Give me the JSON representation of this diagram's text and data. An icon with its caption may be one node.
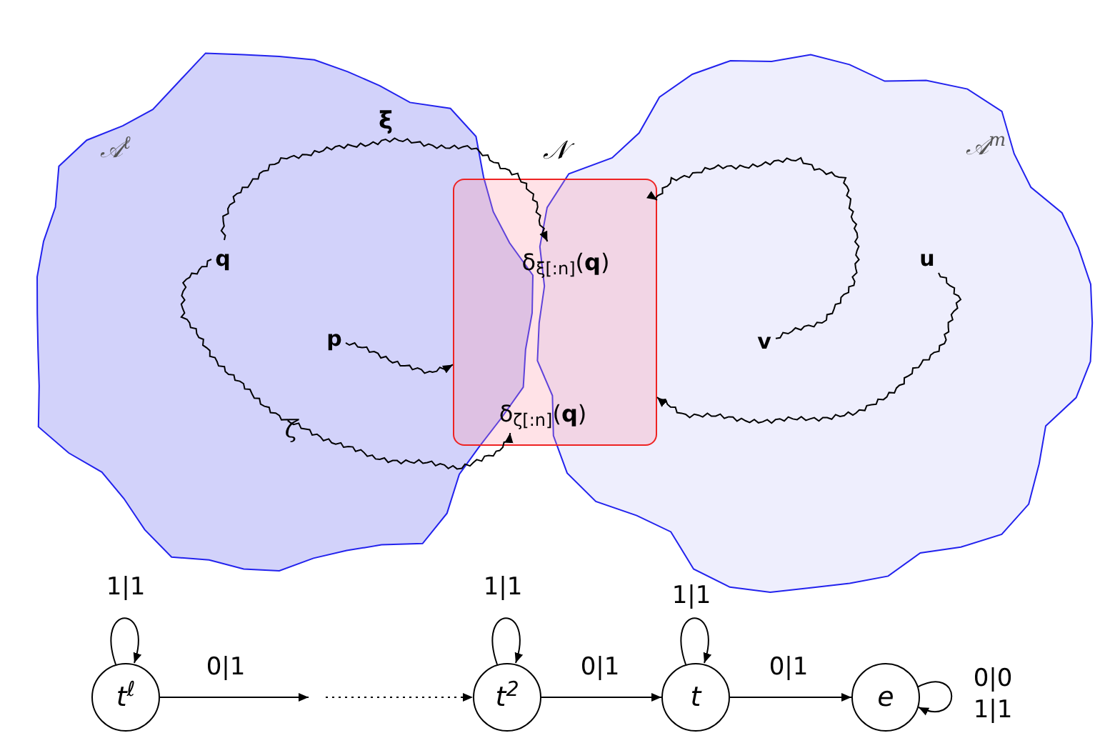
{
  "diagram": {
    "nodes": [
      {
        "text": [
          "𝒜$^{ℓ}$"
        ]
      },
      {
        "text": [
          "𝒜$^{m}$"
        ]
      },
      {
        "text": [
          "𝒩"
        ]
      },
      {
        "text": [
          "q"
        ],
        "in": 0
      },
      {
        "text": [
          "p"
        ],
        "in": 0
      },
      {
        "text": [
          "v"
        ],
        "in": 1
      },
      {
        "text": [
          "u"
        ],
        "in": 1
      },
      {
        "text": [
          "δ$_{ξ[:n]}$(**q**)"
        ],
        "in": 2
      },
      {
        "text": [
          "δ$_{ζ[:n]}$(**q**)"
        ],
        "in": 2
      },
      {
        "text": [
          "t$^{ℓ}$"
        ]
      },
      {
        "text": [
          "t$^{2}$"
        ]
      },
      {
        "text": [
          "t"
        ]
      },
      {
        "text": [
          "e"
        ]
      }
    ],
    "edges": [
      {
        "from": 3,
        "to": 7,
        "arrow": "to",
        "label": "ξ"
      },
      {
        "from": 3,
        "to": 8,
        "arrow": "to",
        "label": "ζ"
      },
      {
        "from": 4,
        "to": 2,
        "arrow": "to"
      },
      {
        "from": 5,
        "to": 2,
        "arrow": "to"
      },
      {
        "from": 6,
        "to": 2,
        "arrow": "to"
      },
      {
        "from": 9,
        "to": 9,
        "arrow": "to",
        "label": "1|1"
      },
      {
        "from": 9,
        "to": null,
        "arrow": "to",
        "label": "0|1"
      },
      {
        "from": null,
        "to": 10,
        "arrow": "to",
        "style": "dashed"
      },
      {
        "from": 10,
        "to": 10,
        "arrow": "to",
        "label": "1|1"
      },
      {
        "from": 10,
        "to": 11,
        "arrow": "to",
        "label": "0|1"
      },
      {
        "from": 11,
        "to": 11,
        "arrow": "to",
        "label": "1|1"
      },
      {
        "from": 11,
        "to": 12,
        "arrow": "to",
        "label": "0|1"
      },
      {
        "from": 12,
        "to": 12,
        "arrow": "to",
        "label": "0|0 1|1"
      }
    ]
  }
}
